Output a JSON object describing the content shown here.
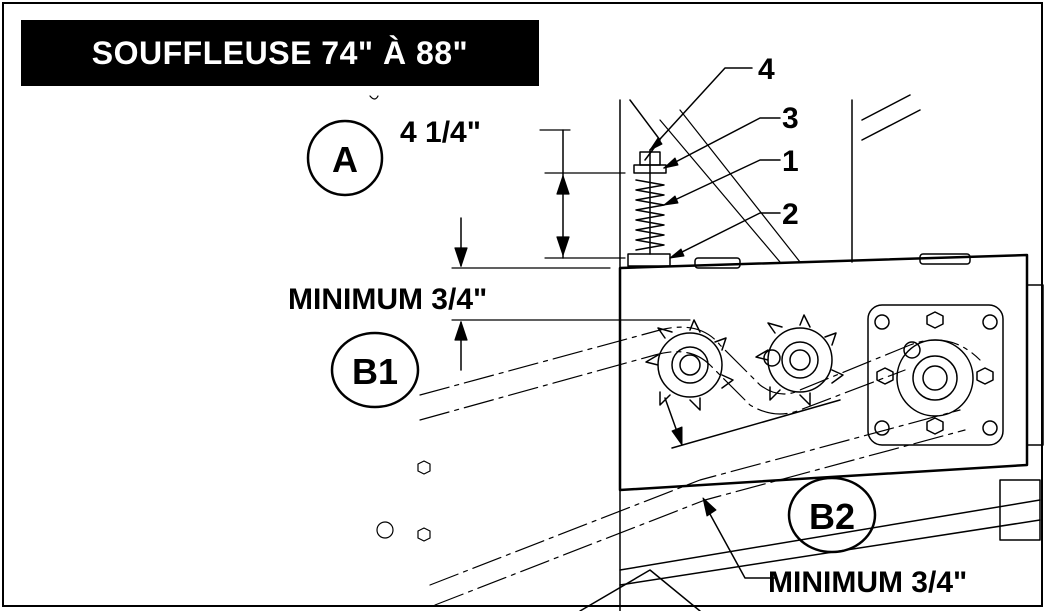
{
  "title": "SOUFFLEUSE 74\" À 88\"",
  "callouts": {
    "a": "A",
    "b1": "B1",
    "b2": "B2"
  },
  "dimensions": {
    "spring_height": "4 1/4\"",
    "min_top": "MINIMUM 3/4\"",
    "min_bottom": "MINIMUM 3/4\""
  },
  "part_numbers": [
    "4",
    "3",
    "1",
    "2"
  ],
  "colors": {
    "ink": "#000000",
    "paper": "#ffffff"
  }
}
